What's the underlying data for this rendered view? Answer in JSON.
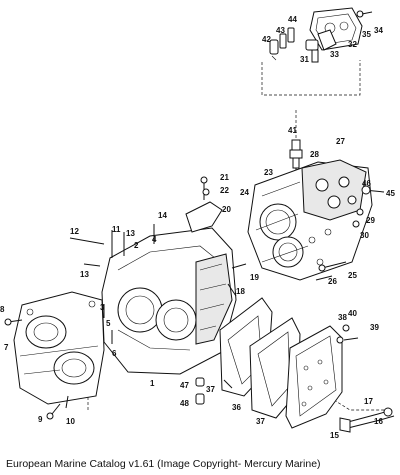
{
  "caption": "European Marine Catalog v1.61 (Image Copyright- Mercury Marine)",
  "callouts": [
    "1",
    "2",
    "3",
    "4",
    "5",
    "6",
    "7",
    "8",
    "9",
    "10",
    "11",
    "12",
    "13",
    "13",
    "14",
    "15",
    "16",
    "17",
    "18",
    "19",
    "20",
    "21",
    "22",
    "23",
    "24",
    "25",
    "26",
    "27",
    "28",
    "29",
    "30",
    "31",
    "32",
    "33",
    "34",
    "35",
    "36",
    "37",
    "37",
    "38",
    "39",
    "40",
    "41",
    "42",
    "43",
    "44",
    "45",
    "46",
    "47",
    "48"
  ]
}
